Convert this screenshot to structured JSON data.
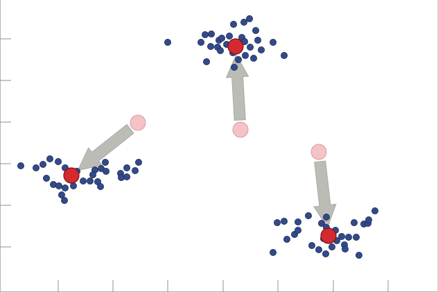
{
  "chart_data": {
    "type": "scatter",
    "title": "",
    "xlabel": "",
    "ylabel": "",
    "xlim": [
      0,
      632
    ],
    "ylim": [
      0,
      421
    ],
    "grid": false,
    "legend": "none",
    "x_ticks": [
      84,
      163,
      242,
      322,
      401,
      481,
      560
    ],
    "y_ticks": [
      56,
      116,
      176,
      236,
      296,
      356
    ],
    "colors": {
      "points": "#334a8a",
      "point_stroke": "#1b2a57",
      "centroid": "#d42a2f",
      "centroid_stroke": "#7a1214",
      "previous_centroid": "#f3c3c6",
      "previous_centroid_stroke": "#d99aa0",
      "arrow": "#bcbcb6",
      "axis": "#b3b3b3"
    },
    "clusters": [
      {
        "centroid": [
          103,
          253
        ],
        "previous_centroid": [
          199,
          177
        ],
        "points": [
          [
            30,
            239
          ],
          [
            52,
            242
          ],
          [
            62,
            237
          ],
          [
            72,
            229
          ],
          [
            84,
            233
          ],
          [
            94,
            242
          ],
          [
            67,
            257
          ],
          [
            77,
            266
          ],
          [
            85,
            268
          ],
          [
            94,
            271
          ],
          [
            106,
            268
          ],
          [
            89,
            281
          ],
          [
            93,
            289
          ],
          [
            111,
            247
          ],
          [
            120,
            261
          ],
          [
            130,
            261
          ],
          [
            137,
            245
          ],
          [
            134,
            252
          ],
          [
            146,
            243
          ],
          [
            141,
            262
          ],
          [
            145,
            269
          ],
          [
            153,
            247
          ],
          [
            152,
            234
          ],
          [
            174,
            250
          ],
          [
            175,
            256
          ],
          [
            183,
            242
          ],
          [
            183,
            255
          ],
          [
            195,
            246
          ],
          [
            200,
            234
          ]
        ]
      },
      {
        "centroid": [
          340,
          67
        ],
        "previous_centroid": [
          347,
          187
        ],
        "points": [
          [
            242,
            61
          ],
          [
            290,
            61
          ],
          [
            296,
            50
          ],
          [
            305,
            49
          ],
          [
            304,
            67
          ],
          [
            314,
            68
          ],
          [
            316,
            58
          ],
          [
            320,
            55
          ],
          [
            318,
            73
          ],
          [
            327,
            64
          ],
          [
            331,
            52
          ],
          [
            337,
            35
          ],
          [
            336,
            76
          ],
          [
            338,
            97
          ],
          [
            344,
            86
          ],
          [
            349,
            54
          ],
          [
            352,
            32
          ],
          [
            353,
            60
          ],
          [
            354,
            80
          ],
          [
            360,
            27
          ],
          [
            361,
            68
          ],
          [
            366,
            84
          ],
          [
            369,
            44
          ],
          [
            372,
            58
          ],
          [
            377,
            72
          ],
          [
            394,
            61
          ],
          [
            410,
            80
          ],
          [
            298,
            89
          ]
        ]
      },
      {
        "centroid": [
          474,
          340
        ],
        "previous_centroid": [
          460,
          219
        ],
        "points": [
          [
            394,
            364
          ],
          [
            400,
            321
          ],
          [
            410,
            319
          ],
          [
            414,
            345
          ],
          [
            425,
            338
          ],
          [
            430,
            320
          ],
          [
            430,
            332
          ],
          [
            445,
            311
          ],
          [
            450,
            354
          ],
          [
            460,
            360
          ],
          [
            464,
            322
          ],
          [
            467,
            344
          ],
          [
            471,
            313
          ],
          [
            471,
            328
          ],
          [
            470,
            366
          ],
          [
            479,
            356
          ],
          [
            484,
            332
          ],
          [
            486,
            347
          ],
          [
            493,
            341
          ],
          [
            497,
            353
          ],
          [
            498,
            359
          ],
          [
            503,
            342
          ],
          [
            511,
            321
          ],
          [
            514,
            342
          ],
          [
            518,
            368
          ],
          [
            525,
            323
          ],
          [
            531,
            322
          ],
          [
            532,
            317
          ],
          [
            541,
            304
          ]
        ]
      }
    ]
  }
}
